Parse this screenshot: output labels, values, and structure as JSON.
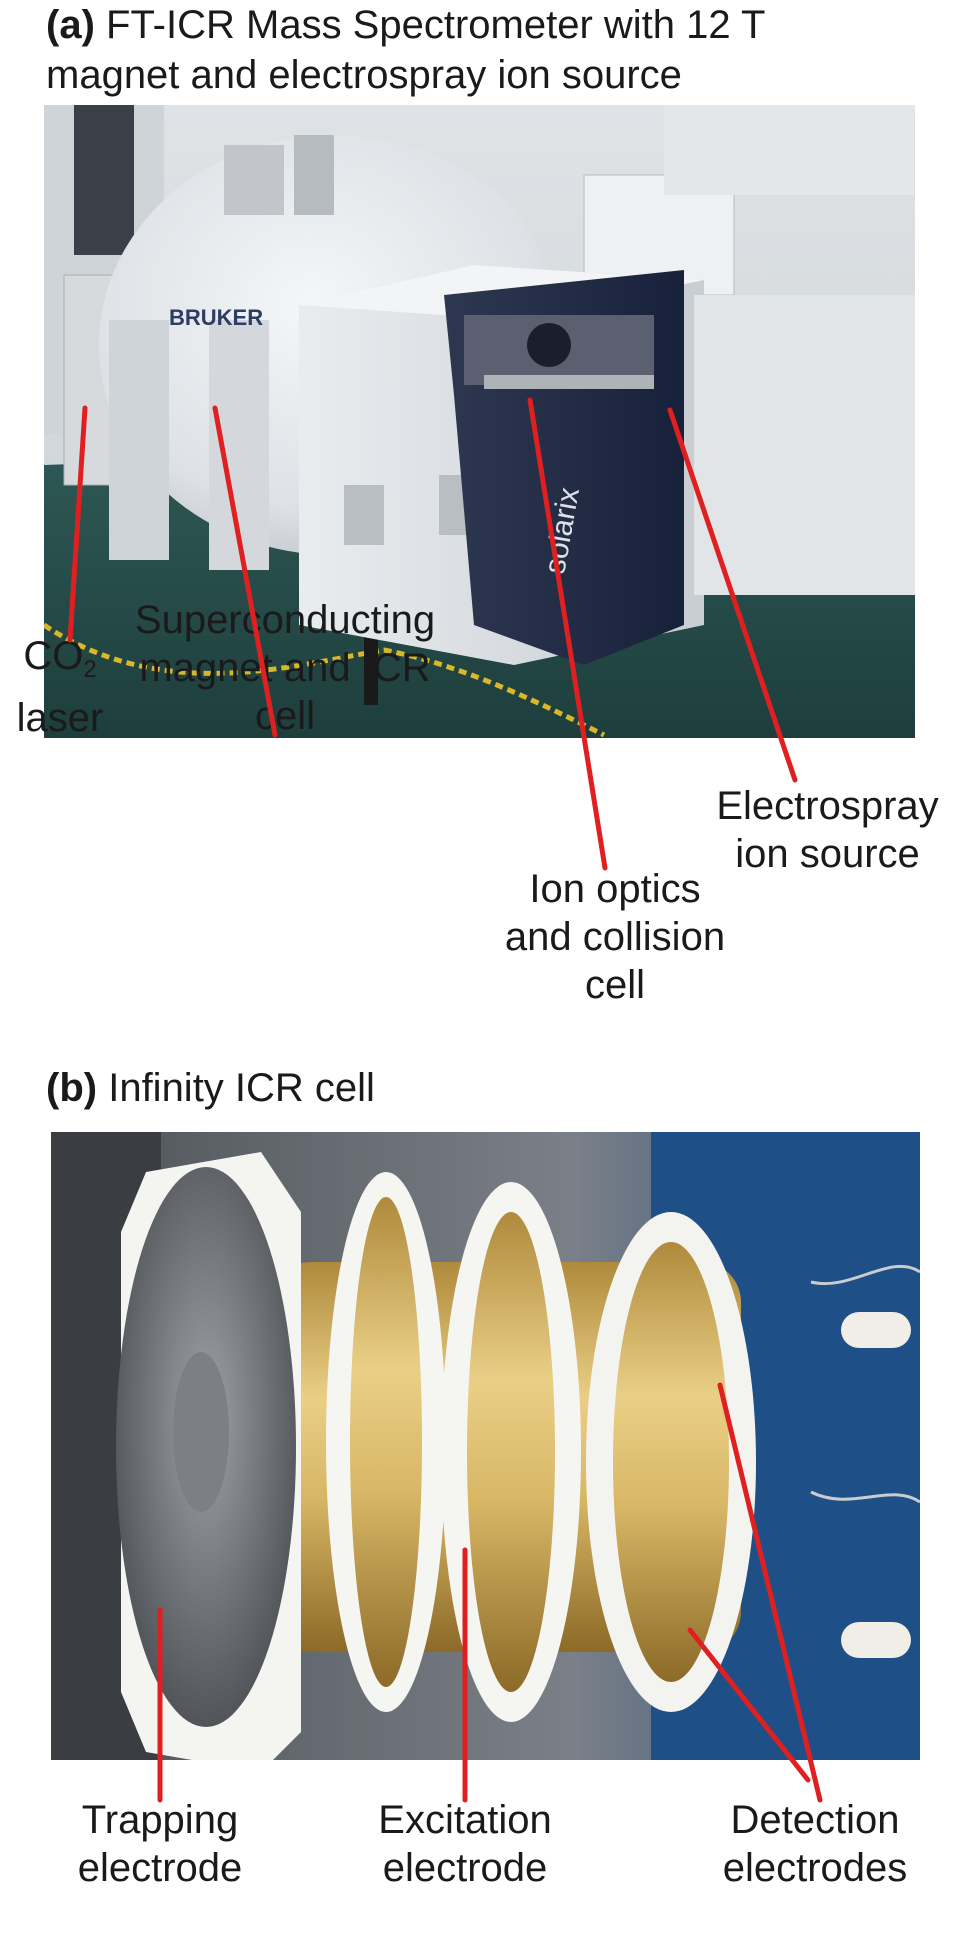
{
  "panel_a": {
    "tag": "(a)",
    "title_line1": "FT-ICR Mass Spectrometer with 12 T",
    "title_line2": "magnet and electrospray ion source",
    "logo_text": "BRUKER",
    "brand_text": "solarix",
    "labels": {
      "co2_main": "CO",
      "co2_sub": "2",
      "co2_line2": "laser",
      "magnet_line1": "Superconducting",
      "magnet_line2": "magnet and ICR",
      "magnet_line3": "cell",
      "ion_optics_line1": "Ion optics",
      "ion_optics_line2": "and collision",
      "ion_optics_line3": "cell",
      "electrospray_line1": "Electrospray",
      "electrospray_line2": "ion source"
    }
  },
  "panel_b": {
    "tag": "(b)",
    "title": "Infinity ICR cell",
    "labels": {
      "trapping_line1": "Trapping",
      "trapping_line2": "electrode",
      "excitation_line1": "Excitation",
      "excitation_line2": "electrode",
      "detection_line1": "Detection",
      "detection_line2": "electrodes"
    }
  },
  "colors": {
    "leader_line": "#e02020"
  }
}
